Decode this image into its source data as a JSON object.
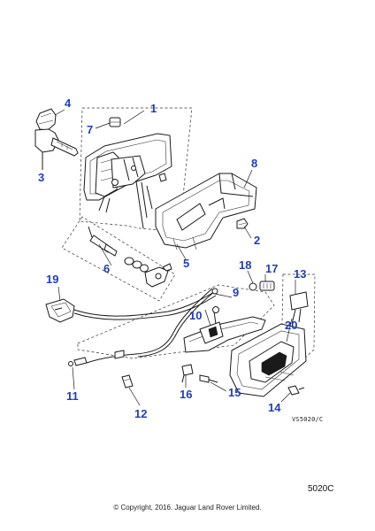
{
  "callouts": [
    {
      "id": "1",
      "label": "1"
    },
    {
      "id": "2",
      "label": "2"
    },
    {
      "id": "3",
      "label": "3"
    },
    {
      "id": "4",
      "label": "4"
    },
    {
      "id": "5",
      "label": "5"
    },
    {
      "id": "6",
      "label": "6"
    },
    {
      "id": "7",
      "label": "7"
    },
    {
      "id": "8",
      "label": "8"
    },
    {
      "id": "9",
      "label": "9"
    },
    {
      "id": "10",
      "label": "10"
    },
    {
      "id": "11",
      "label": "11"
    },
    {
      "id": "12",
      "label": "12"
    },
    {
      "id": "13",
      "label": "13"
    },
    {
      "id": "14",
      "label": "14"
    },
    {
      "id": "15",
      "label": "15"
    },
    {
      "id": "16",
      "label": "16"
    },
    {
      "id": "17",
      "label": "17"
    },
    {
      "id": "18",
      "label": "18"
    },
    {
      "id": "19",
      "label": "19"
    },
    {
      "id": "20",
      "label": "20"
    }
  ],
  "drawing_ref": "VS5020/C",
  "page_code": "5020C",
  "copyright": "© Copyright, 2016. Jaguar Land Rover Limited.",
  "colors": {
    "callout": "#1f3fb8",
    "line": "#1a1a1a"
  }
}
